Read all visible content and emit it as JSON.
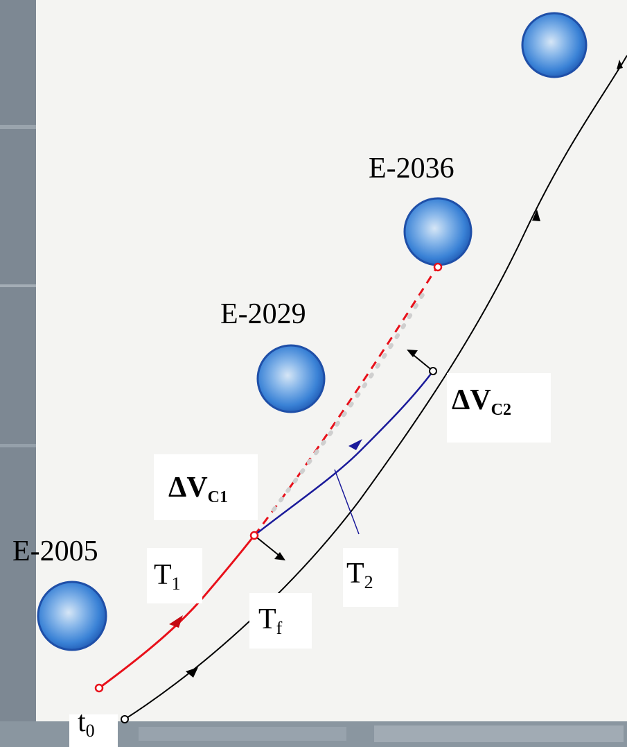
{
  "labels": {
    "e2036": "E-2036",
    "e2029": "E-2029",
    "e2005": "E-2005",
    "dv_c1_main": "ΔV",
    "dv_c1_sub": "C1",
    "dv_c2_main": "ΔV",
    "dv_c2_sub": "C2",
    "t1_main": "T",
    "t1_sub": "1",
    "t2_main": "T",
    "t2_sub": "2",
    "tf_main": "T",
    "tf_sub": "f",
    "t0_main": "t",
    "t0_sub": "0"
  },
  "colors": {
    "background": "#7f8a95",
    "paper": "#f4f4f2",
    "asteroid_fill": "#3f86d6",
    "asteroid_edge": "#1f4fa8",
    "red_trajectory": "#e8101a",
    "blue_trajectory": "#1a1a9a",
    "black_trajectory": "#000000"
  },
  "icons": [
    "asteroid-icon",
    "arrow-head-icon",
    "node-circle-icon"
  ]
}
